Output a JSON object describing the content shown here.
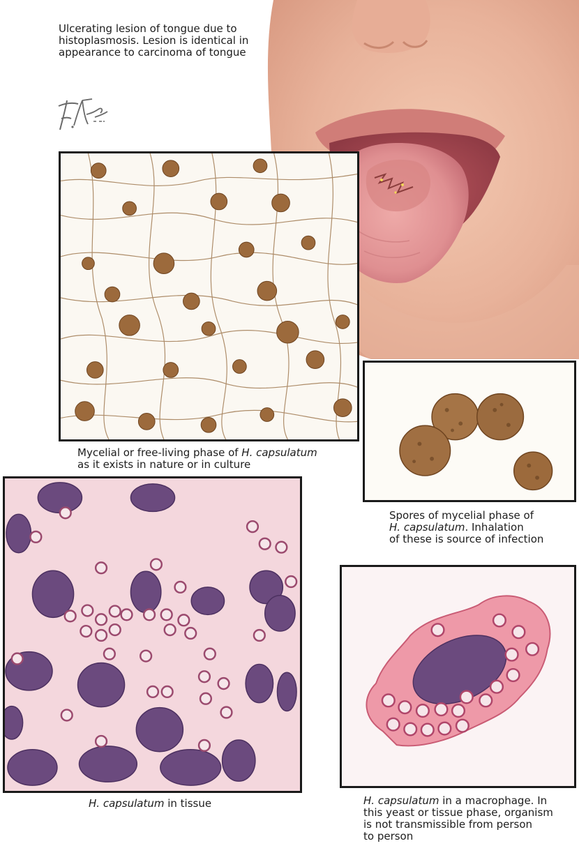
{
  "captions": {
    "tongue": {
      "lines": [
        "Ulcerating lesion of tongue due to",
        "histoplasmosis. Lesion is identical in",
        "appearance to carcinoma of tongue"
      ]
    },
    "mycelial": {
      "line1_prefix": "Mycelial or free-living phase of ",
      "line1_italic": "H. capsulatum",
      "line2": "as it exists in nature or in culture"
    },
    "spores": {
      "line1": "Spores of mycelial phase of",
      "line2_italic": "H. capsulatum",
      "line2_suffix": ". Inhalation",
      "line3": "of these is source of infection"
    },
    "tissue": {
      "italic": "H. capsulatum",
      "suffix": " in tissue"
    },
    "macrophage": {
      "line1_italic": "H. capsulatum",
      "line1_suffix": " in a macrophage. In",
      "line2": "this yeast or tissue phase, organism",
      "line3": "is not transmissible from person",
      "line4": "to person"
    }
  },
  "signature": {
    "text": "F. Netter M.D."
  },
  "colors": {
    "skin": "#e9b9a0",
    "lips": "#d47f7b",
    "tongue": "#e39a9a",
    "spore_brown": "#9c6a3c",
    "nucleus_purple": "#6b4a7e",
    "tissue_pink": "#f4d7dd"
  }
}
